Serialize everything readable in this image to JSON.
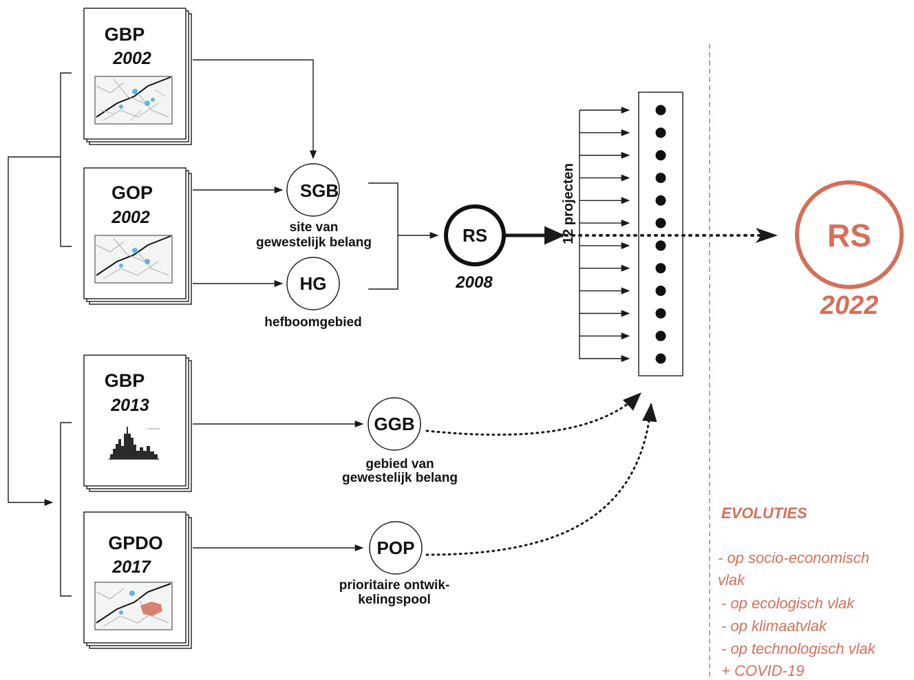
{
  "colors": {
    "ink": "#1a1a1a",
    "accent": "#d4705a",
    "water": "#5bb8e6"
  },
  "documents": [
    {
      "title": "GBP",
      "year": "2002",
      "thumbnail": "map"
    },
    {
      "title": "GOP",
      "year": "2002",
      "thumbnail": "map"
    },
    {
      "title": "GBP",
      "year": "2013",
      "thumbnail": "skyline"
    },
    {
      "title": "GPDO",
      "year": "2017",
      "thumbnail": "map-with-zone"
    }
  ],
  "nodes": {
    "sgb": {
      "label": "SGB",
      "sub1": "site van",
      "sub2": "gewestelijk belang"
    },
    "hg": {
      "label": "HG",
      "sub1": "hefboomgebied"
    },
    "ggb": {
      "label": "GGB",
      "sub1": "gebied van",
      "sub2": "gewestelijk belang"
    },
    "pop": {
      "label": "POP",
      "sub1": "prioritaire ontwik-",
      "sub2": "kelingspool"
    }
  },
  "rs2008": {
    "label": "RS",
    "year": "2008"
  },
  "projects": {
    "label": "12 projecten",
    "count": 12
  },
  "rs2022": {
    "label": "RS",
    "year": "2022"
  },
  "evolutions": {
    "heading": "EVOLUTIES",
    "lines": [
      "- op socio-economisch",
      "vlak",
      "- op ecologisch vlak",
      "- op klimaatvlak",
      "- op technologisch vlak",
      "+ COVID-19"
    ]
  }
}
